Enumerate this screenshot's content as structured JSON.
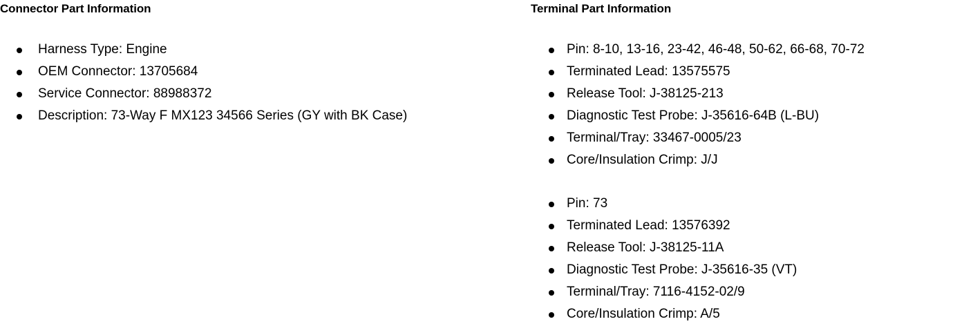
{
  "connector": {
    "heading": "Connector Part Information",
    "items": [
      "Harness Type: Engine",
      "OEM Connector: 13705684",
      "Service Connector: 88988372",
      "Description: 73-Way F MX123 34566 Series (GY with BK Case)"
    ]
  },
  "terminal": {
    "heading": "Terminal Part Information",
    "groups": [
      {
        "items": [
          "Pin: 8-10, 13-16, 23-42, 46-48, 50-62, 66-68, 70-72",
          "Terminated Lead: 13575575",
          "Release Tool: J-38125-213",
          "Diagnostic Test Probe: J-35616-64B (L-BU)",
          "Terminal/Tray: 33467-0005/23",
          "Core/Insulation Crimp: J/J"
        ]
      },
      {
        "items": [
          "Pin: 73",
          "Terminated Lead: 13576392",
          "Release Tool: J-38125-11A",
          "Diagnostic Test Probe: J-35616-35 (VT)",
          "Terminal/Tray: 7116-4152-02/9",
          "Core/Insulation Crimp: A/5"
        ]
      }
    ]
  },
  "colors": {
    "text": "#000000",
    "background": "#ffffff"
  }
}
